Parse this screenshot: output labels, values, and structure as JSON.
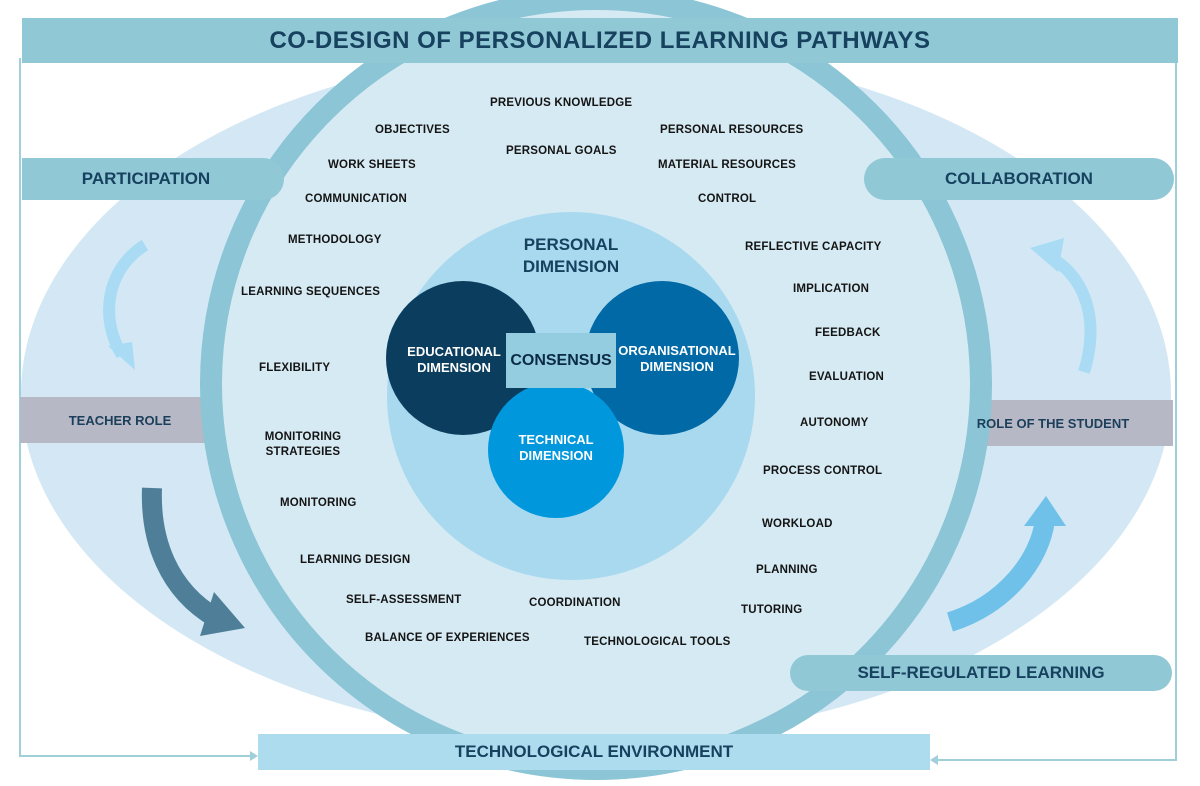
{
  "title": "CO-DESIGN OF PERSONALIZED LEARNING PATHWAYS",
  "side_labels": {
    "participation": "PARTICIPATION",
    "collaboration": "COLLABORATION",
    "teacher_role": "TEACHER ROLE",
    "student_role": "ROLE OF THE STUDENT",
    "self_regulated": "SELF-REGULATED LEARNING",
    "tech_environment": "TECHNOLOGICAL ENVIRONMENT"
  },
  "center": {
    "personal_line1": "PERSONAL",
    "personal_line2": "DIMENSION",
    "educational_line1": "EDUCATIONAL",
    "educational_line2": "DIMENSION",
    "organisational_line1": "ORGANISATIONAL",
    "organisational_line2": "DIMENSION",
    "technical_line1": "TECHNICAL",
    "technical_line2": "DIMENSION",
    "consensus": "CONSENSUS"
  },
  "ring_labels": [
    "PREVIOUS KNOWLEDGE",
    "OBJECTIVES",
    "PERSONAL RESOURCES",
    "WORK SHEETS",
    "PERSONAL GOALS",
    "MATERIAL RESOURCES",
    "COMMUNICATION",
    "CONTROL",
    "METHODOLOGY",
    "REFLECTIVE CAPACITY",
    "LEARNING SEQUENCES",
    "IMPLICATION",
    "FEEDBACK",
    "FLEXIBILITY",
    "EVALUATION",
    "AUTONOMY",
    "MONITORING",
    "STRATEGIES",
    "PROCESS CONTROL",
    "MONITORING",
    "WORKLOAD",
    "LEARNING DESIGN",
    "PLANNING",
    "SELF-ASSESSMENT",
    "COORDINATION",
    "TUTORING",
    "BALANCE OF EXPERIENCES",
    "TECHNOLOGICAL TOOLS"
  ],
  "colors": {
    "outer_ellipse": "#d3e8f4",
    "ring": "#8bc5d6",
    "band": "#91c8d6",
    "inner_fill": "#d6eaf3",
    "personal": "#a9d9ef",
    "educational": "#0b3d5e",
    "organisational": "#0069a6",
    "technical": "#0097dd",
    "consensus": "#95cde0",
    "grey_band": "#b7b8c6",
    "arrow_dark": "#4f7f98",
    "arrow_light": "#a9dbf4",
    "arrow_mid": "#6fc1e9"
  }
}
